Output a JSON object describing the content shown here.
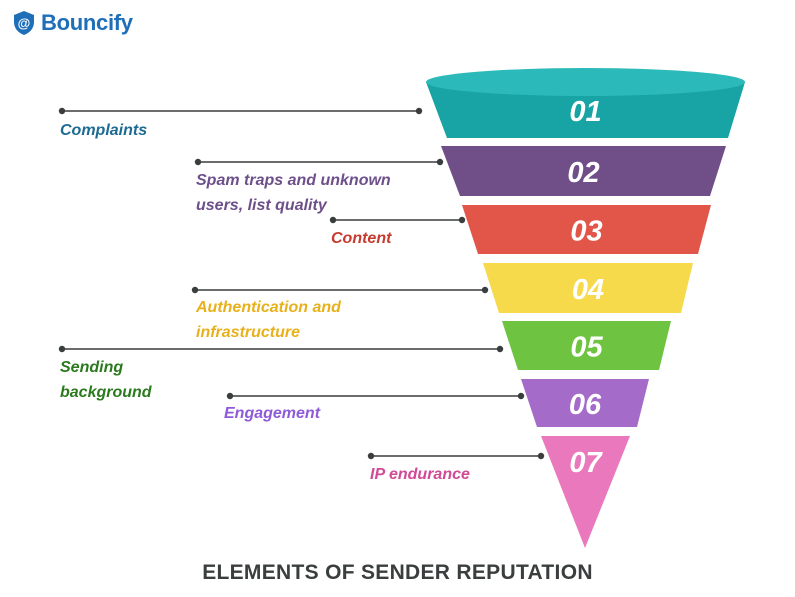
{
  "brand": {
    "name": "Bouncify",
    "color": "#1e6fb8"
  },
  "title": "ELEMENTS OF SENDER REPUTATION",
  "stages": [
    {
      "number": "01",
      "label": [
        "Complaints"
      ],
      "color": "#18a3a4",
      "label_color": "#1d6a92"
    },
    {
      "number": "02",
      "label": [
        "Spam traps and unknown",
        "users, list quality"
      ],
      "color": "#704e88",
      "label_color": "#6d4f8a"
    },
    {
      "number": "03",
      "label": [
        "Content"
      ],
      "color": "#e2564a",
      "label_color": "#c73a2e"
    },
    {
      "number": "04",
      "label": [
        "Authentication and",
        "infrastructure"
      ],
      "color": "#f6da4c",
      "label_color": "#e8b01a"
    },
    {
      "number": "05",
      "label": [
        "Sending",
        "background"
      ],
      "color": "#6ec340",
      "label_color": "#2b7a1e"
    },
    {
      "number": "06",
      "label": [
        "Engagement"
      ],
      "color": "#a46cc8",
      "label_color": "#8f5ad8"
    },
    {
      "number": "07",
      "label": [
        "IP endurance"
      ],
      "color": "#ea78bd",
      "label_color": "#d04a95"
    }
  ]
}
